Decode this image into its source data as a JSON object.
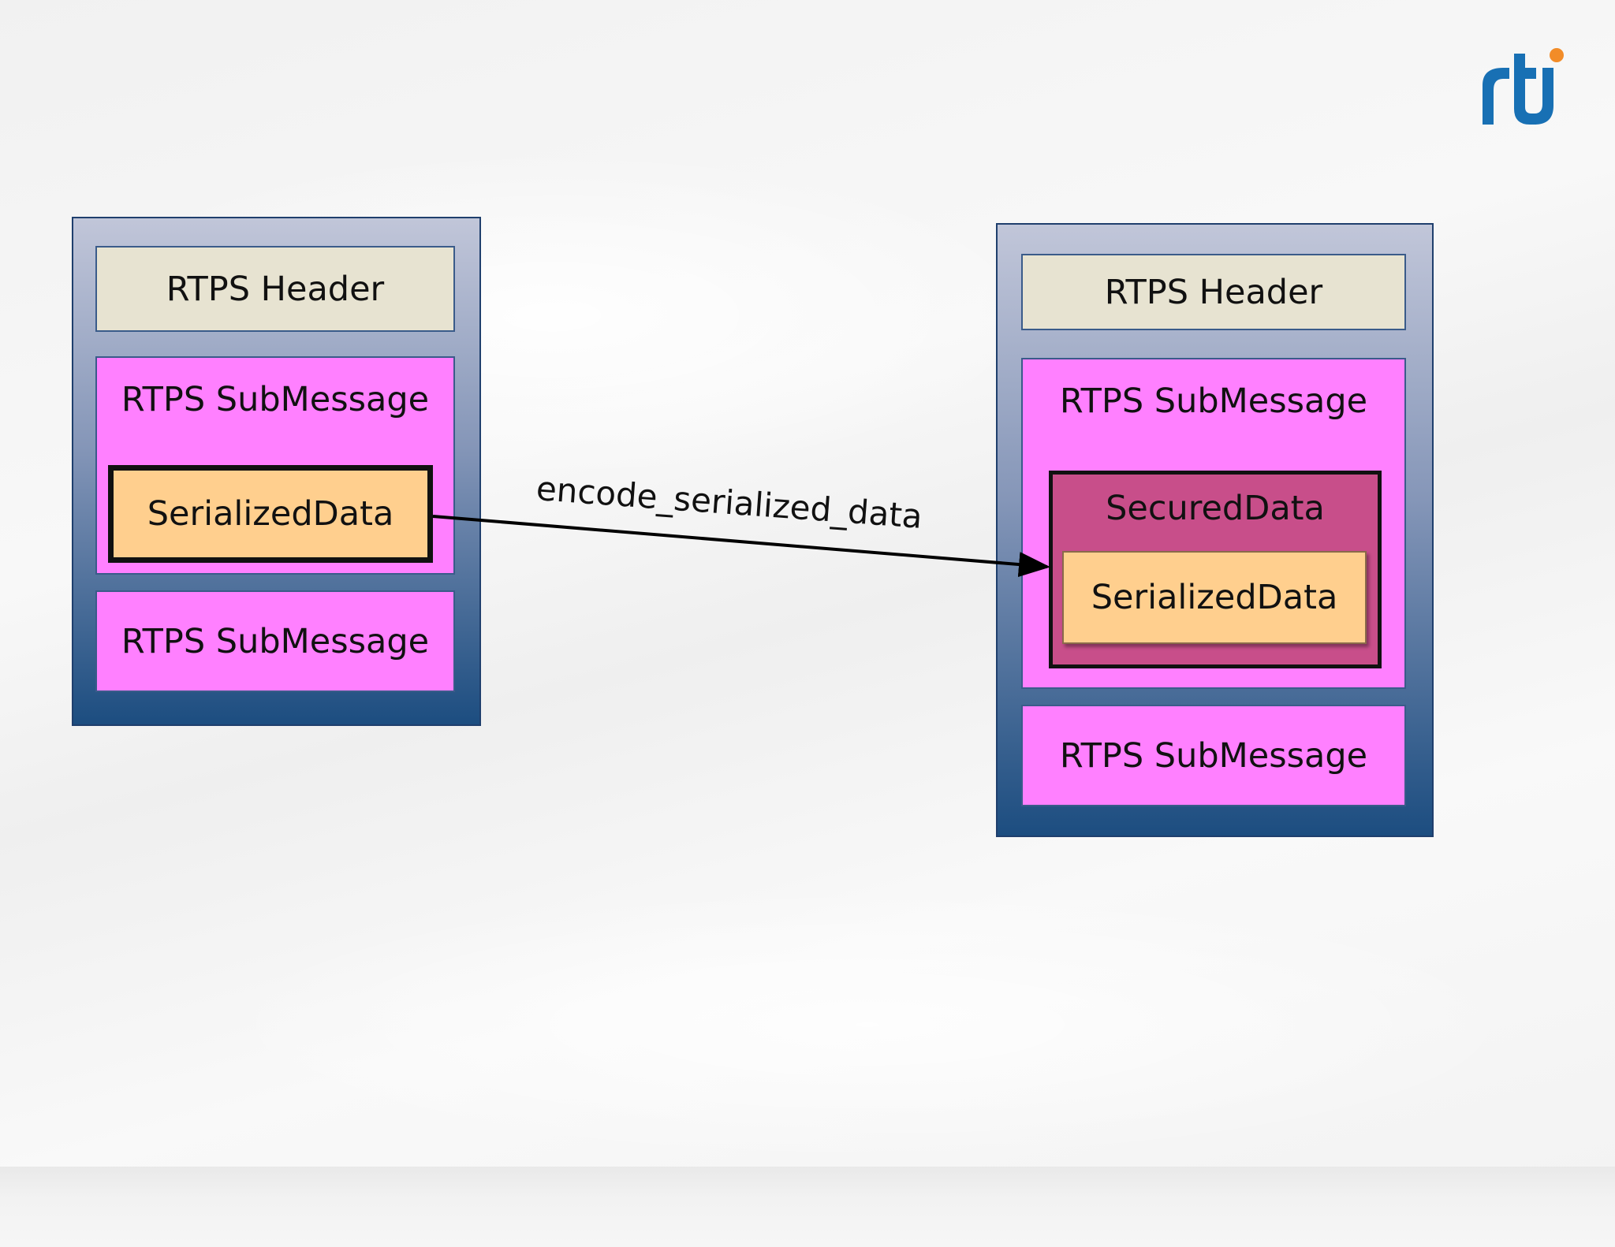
{
  "logo": {
    "text": "rti",
    "icon": "rti-logo-icon"
  },
  "colors": {
    "packet_top": "#c1c6d9",
    "packet_bottom": "#1c4d80",
    "header_fill": "#e7e3d1",
    "submessage_fill": "#ff80ff",
    "serialized_fill": "#ffcf8e",
    "secured_fill": "#c84e8a"
  },
  "left_packet": {
    "header": "RTPS Header",
    "submessage_1": "RTPS SubMessage",
    "serialized": "SerializedData",
    "submessage_2": "RTPS SubMessage"
  },
  "right_packet": {
    "header": "RTPS Header",
    "submessage_1": "RTPS SubMessage",
    "secured": "SecuredData",
    "serialized": "SerializedData",
    "submessage_2": "RTPS SubMessage"
  },
  "arrow": {
    "label": "encode_serialized_data"
  }
}
